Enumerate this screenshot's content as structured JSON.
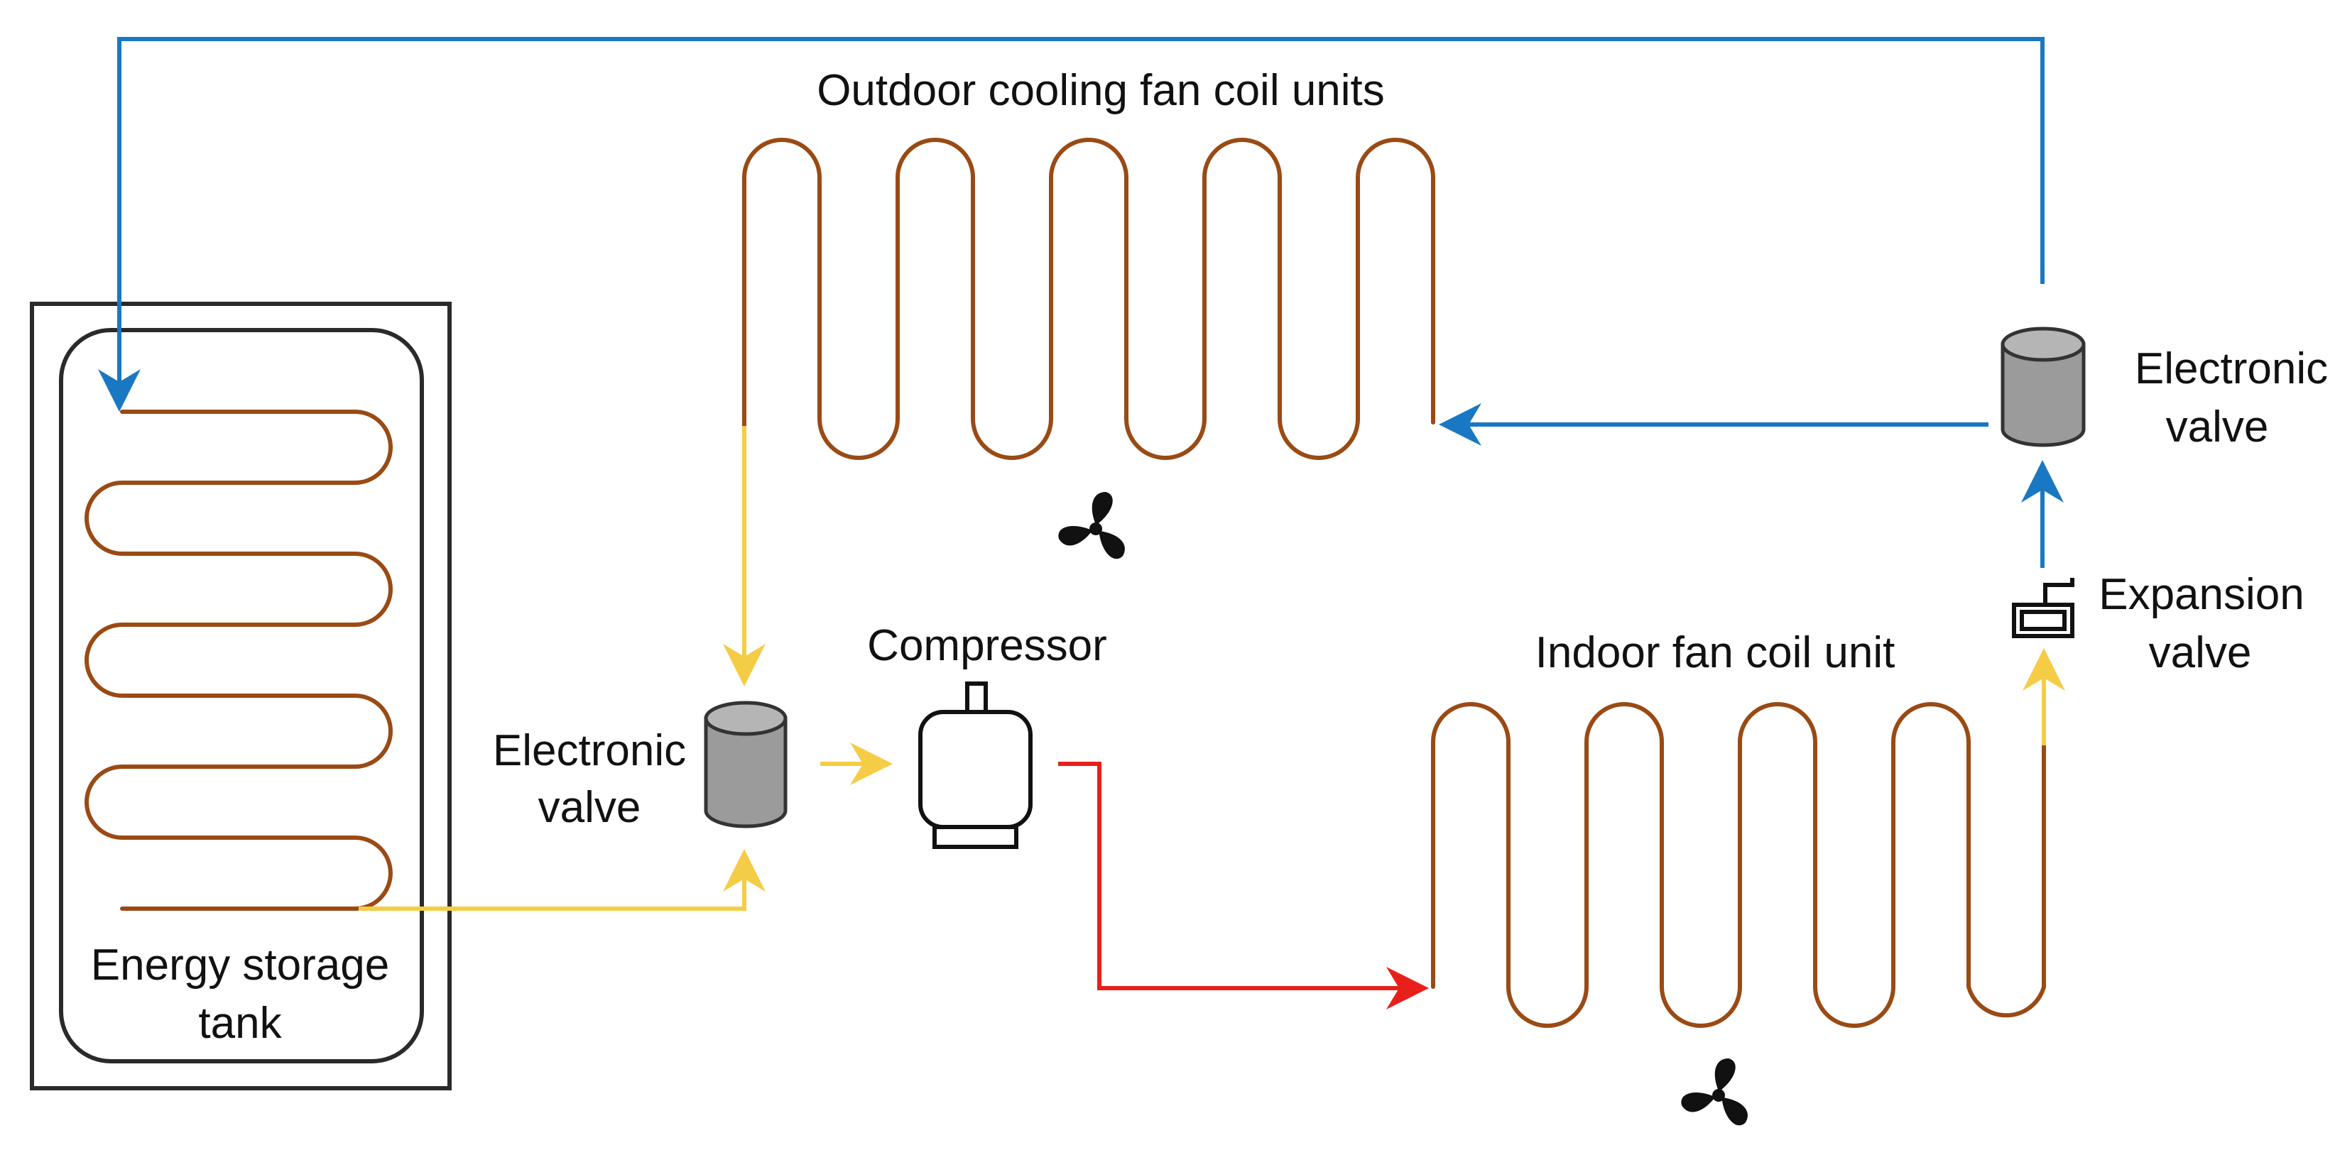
{
  "labels": {
    "outdoor_coil": "Outdoor cooling fan coil units",
    "indoor_coil": "Indoor fan coil unit",
    "compressor": "Compressor",
    "valve_left_line1": "Electronic",
    "valve_left_line2": "valve",
    "valve_right_line1": "Electronic",
    "valve_right_line2": "valve",
    "expansion_line1": "Expansion",
    "expansion_line2": "valve",
    "tank_line1": "Energy storage",
    "tank_line2": "tank"
  },
  "colors": {
    "coil": "#9a4a14",
    "cold_return_line": "#1a78c2",
    "low_pressure_line": "#f5cc45",
    "hot_discharge_line": "#e8201c",
    "component_fill": "#9b9b9b",
    "component_stroke": "#333333"
  },
  "icons": {
    "fan": "fan-icon",
    "valve": "cylinder-valve-icon",
    "compressor": "compressor-icon",
    "expansion": "expansion-valve-icon"
  }
}
